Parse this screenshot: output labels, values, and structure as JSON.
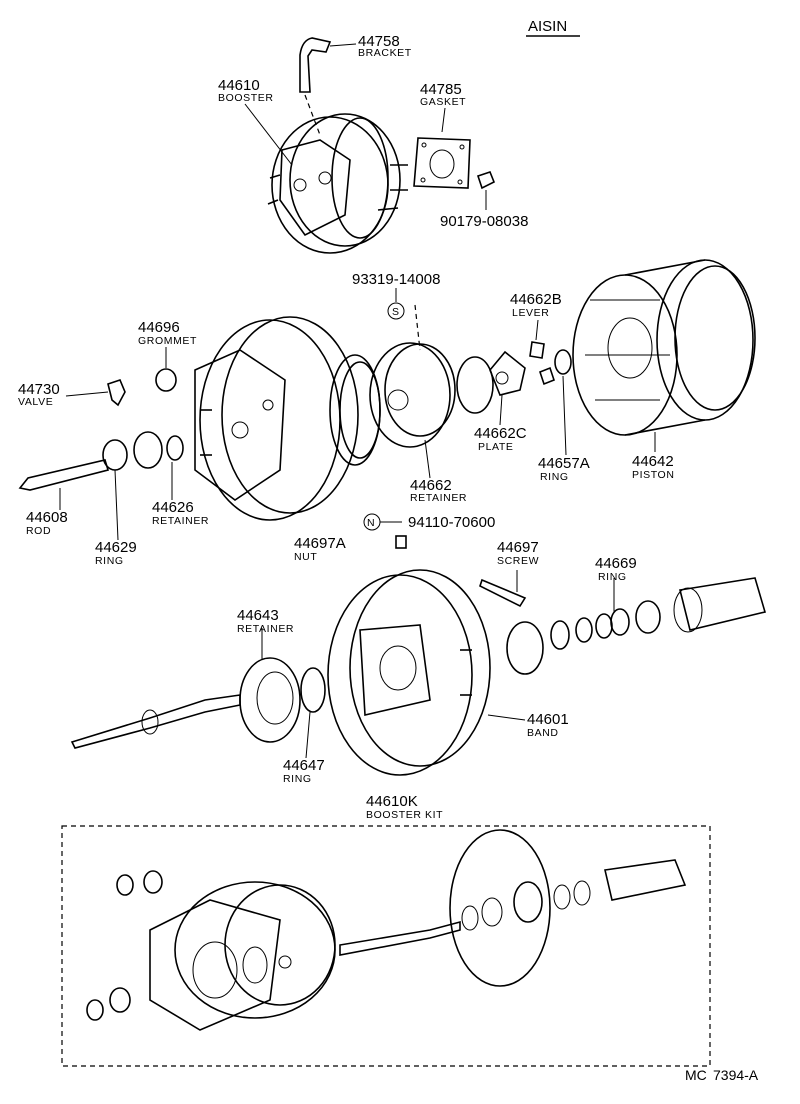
{
  "brand": "AISIN",
  "code_prefix": "MC",
  "code": "7394-A",
  "parts": [
    {
      "id": "p44758",
      "number": "44758",
      "name": "BRACKET"
    },
    {
      "id": "p44610",
      "number": "44610",
      "name": "BOOSTER"
    },
    {
      "id": "p44785",
      "number": "44785",
      "name": "GASKET"
    },
    {
      "id": "p90179",
      "number": "90179-08038",
      "name": ""
    },
    {
      "id": "p93319",
      "number": "93319-14008",
      "name": ""
    },
    {
      "id": "p44662B",
      "number": "44662B",
      "name": "LEVER"
    },
    {
      "id": "p44696",
      "number": "44696",
      "name": "GROMMET"
    },
    {
      "id": "p44730",
      "number": "44730",
      "name": "VALVE"
    },
    {
      "id": "p44662C",
      "number": "44662C",
      "name": "PLATE"
    },
    {
      "id": "p44657A",
      "number": "44657A",
      "name": "RING"
    },
    {
      "id": "p44642",
      "number": "44642",
      "name": "PISTON"
    },
    {
      "id": "p44662",
      "number": "44662",
      "name": "RETAINER"
    },
    {
      "id": "p44608",
      "number": "44608",
      "name": "ROD"
    },
    {
      "id": "p44626",
      "number": "44626",
      "name": "RETAINER"
    },
    {
      "id": "p44629",
      "number": "44629",
      "name": "RING"
    },
    {
      "id": "p94110",
      "number": "94110-70600",
      "name": ""
    },
    {
      "id": "p44697A",
      "number": "44697A",
      "name": "NUT"
    },
    {
      "id": "p44697",
      "number": "44697",
      "name": "SCREW"
    },
    {
      "id": "p44669",
      "number": "44669",
      "name": "RING"
    },
    {
      "id": "p44643",
      "number": "44643",
      "name": "RETAINER"
    },
    {
      "id": "p44601",
      "number": "44601",
      "name": "BAND"
    },
    {
      "id": "p44647",
      "number": "44647",
      "name": "RING"
    },
    {
      "id": "p44610K",
      "number": "44610K",
      "name": "BOOSTER KIT"
    }
  ],
  "symbols": {
    "s": "S",
    "n": "N"
  }
}
